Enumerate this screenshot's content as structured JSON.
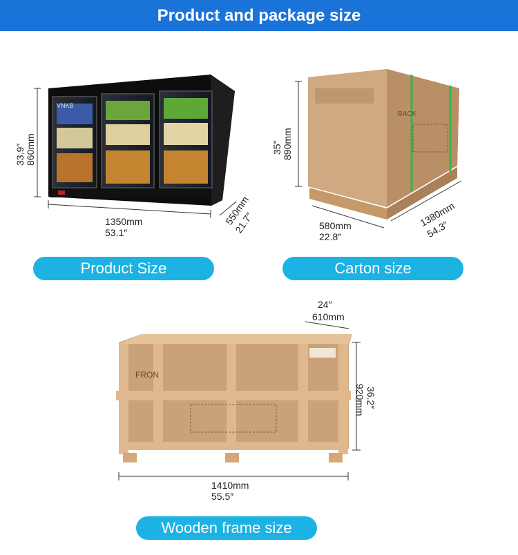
{
  "header": {
    "title": "Product and package size"
  },
  "fridge": {
    "brand": "VNKB",
    "label": "Product Size",
    "width_mm": "1350mm",
    "width_in": "53.1″",
    "height_mm": "860mm",
    "height_in": "33.9″",
    "depth_mm": "550mm",
    "depth_in": "21.7″"
  },
  "carton": {
    "label": "Carton size",
    "back_text": "BACK",
    "width_mm": "580mm",
    "width_in": "22.8″",
    "length_mm": "1380mm",
    "length_in": "54.3″",
    "height_mm": "890mm",
    "height_in": "35″"
  },
  "crate": {
    "label": "Wooden frame size",
    "front_text": "FRON",
    "width_mm": "1410mm",
    "width_in": "55.5″",
    "depth_mm": "610mm",
    "depth_in": "24″",
    "height_mm": "920mm",
    "height_in": "36.2″"
  },
  "colors": {
    "banner": "#1a73d9",
    "pill": "#1cb2e3",
    "cardboard": "#c9a27a",
    "wood": "#e0b88e"
  }
}
